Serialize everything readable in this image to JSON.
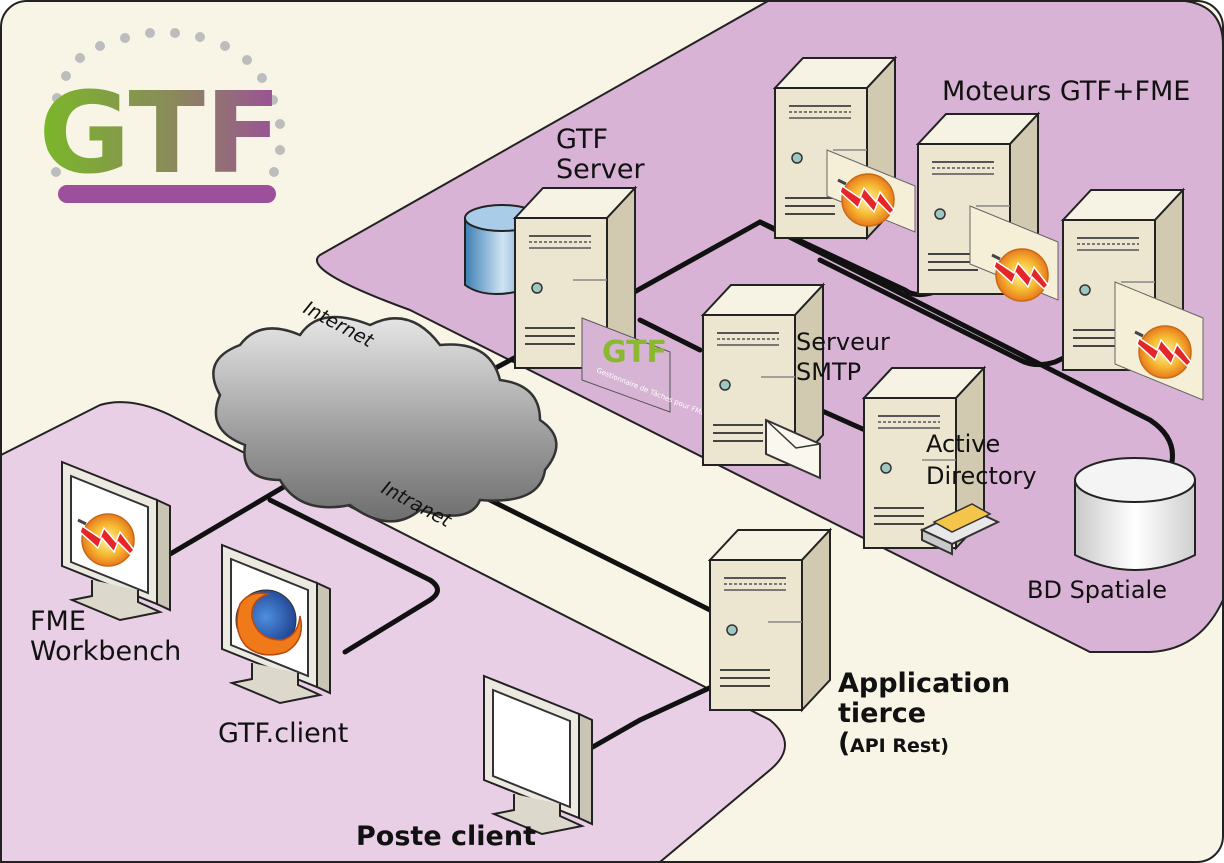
{
  "logo": {
    "text": "GTF",
    "colors": {
      "green": "#7ab828",
      "purple": "#9c4f9a",
      "bar": "#9c4f9a"
    }
  },
  "network": {
    "internet": "Internet",
    "intranet": "Intranet"
  },
  "nodes": {
    "gtf_server": {
      "line1": "GTF",
      "line2": "Server",
      "badge_text": "GTF",
      "badge_sub": "Gestionnaire de Tâches pour FME"
    },
    "engines": {
      "label": "Moteurs GTF+FME"
    },
    "smtp": {
      "line1": "Serveur",
      "line2": "SMTP"
    },
    "ad": {
      "line1": "Active",
      "line2": "Directory"
    },
    "db": {
      "label": "BD Spatiale"
    },
    "app": {
      "line1": "Application",
      "line2": "tierce",
      "line3_paren": "(",
      "line3": "API Rest)"
    },
    "fme": {
      "line1": "FME",
      "line2": "Workbench"
    },
    "gtf_client": {
      "label": "GTF.client"
    },
    "poste": {
      "label": "Poste client"
    }
  },
  "colors": {
    "background": "#f8f5e6",
    "server_zone": "#d8b3d6",
    "client_zone": "#e8cfe6",
    "cloud": "#a0a0a0",
    "server_body": "#ece5d0"
  }
}
